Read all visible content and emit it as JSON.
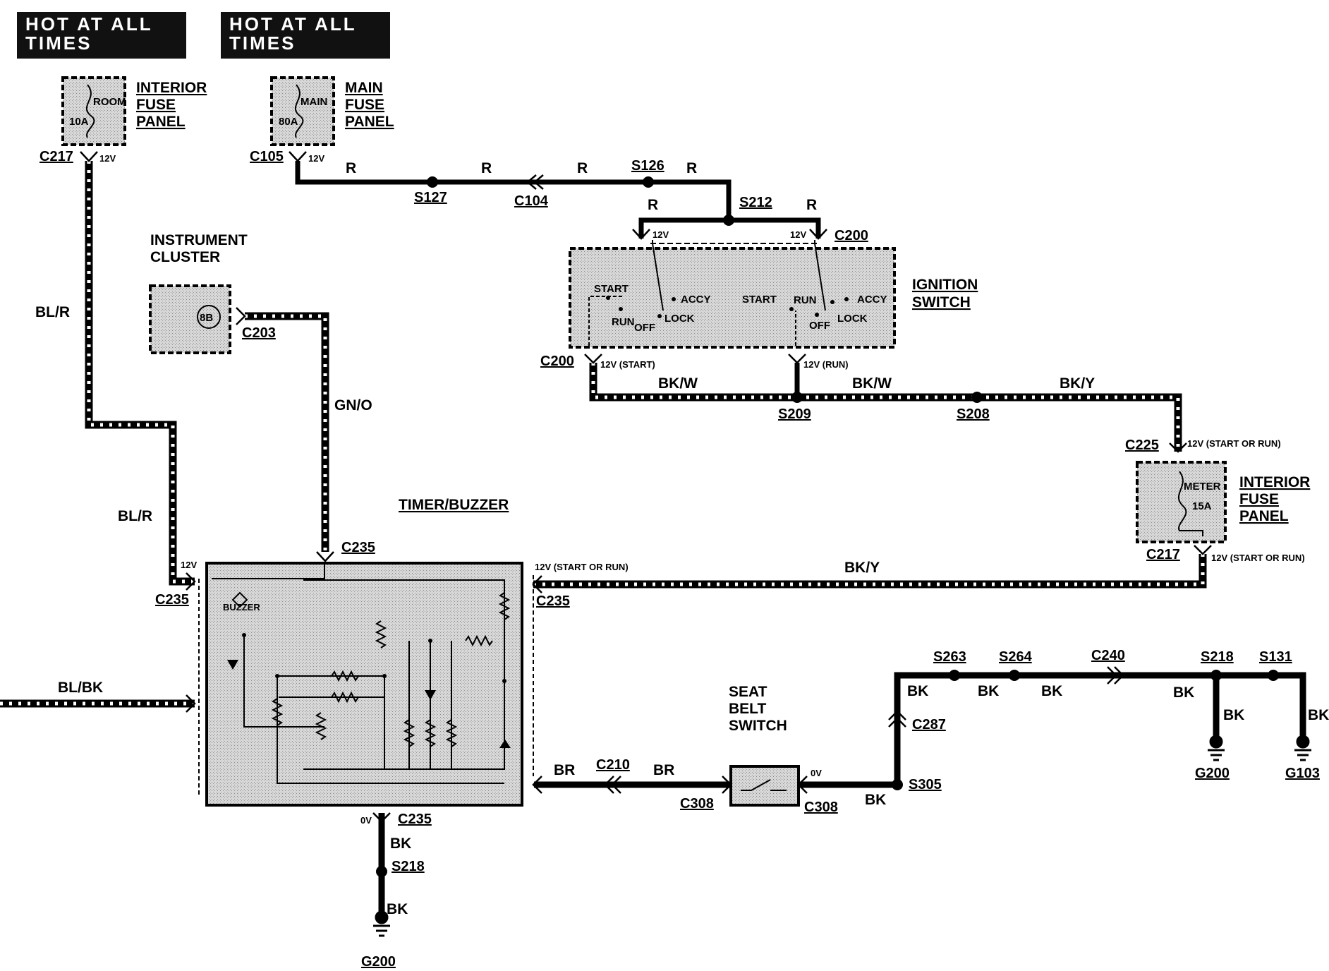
{
  "banners": [
    {
      "line1": "HOT AT ALL",
      "line2": "TIMES"
    },
    {
      "line1": "HOT AT ALL",
      "line2": "TIMES"
    }
  ],
  "components": {
    "interior_fuse_top": {
      "name": [
        "INTERIOR",
        "FUSE",
        "PANEL"
      ],
      "fuse": "ROOM",
      "rating": "10A"
    },
    "main_fuse": {
      "name": [
        "MAIN",
        "FUSE",
        "PANEL"
      ],
      "fuse": "MAIN",
      "rating": "80A"
    },
    "instrument_cluster": {
      "name": [
        "INSTRUMENT",
        "CLUSTER"
      ],
      "symbol": "8B"
    },
    "ignition_switch": {
      "name": [
        "IGNITION",
        "SWITCH"
      ],
      "positions": [
        "START",
        "RUN",
        "OFF",
        "LOCK",
        "ACCY"
      ]
    },
    "interior_fuse_right": {
      "name": [
        "INTERIOR",
        "FUSE",
        "PANEL"
      ],
      "fuse": "METER",
      "rating": "15A"
    },
    "timer_buzzer": {
      "name": "TIMER/BUZZER",
      "buzzer": "BUZZER"
    },
    "seat_belt_switch": {
      "name": [
        "SEAT",
        "BELT",
        "SWITCH"
      ]
    }
  },
  "connectors": [
    "C217",
    "C105",
    "C104",
    "C200",
    "C203",
    "C225",
    "C235",
    "C210",
    "C308",
    "C287",
    "C240"
  ],
  "splices": [
    "S127",
    "S126",
    "S212",
    "S209",
    "S208",
    "S218",
    "S305",
    "S263",
    "S264",
    "S131"
  ],
  "grounds": [
    "G200",
    "G103"
  ],
  "wire_colors": [
    "R",
    "BL/R",
    "GN/O",
    "BK/W",
    "BK/Y",
    "BL/BK",
    "BR",
    "BK"
  ],
  "voltages": {
    "v12": "12V",
    "start": "12V (START)",
    "run": "12V (RUN)",
    "start_or_run": "12V (START OR RUN)",
    "zero": "0V"
  }
}
